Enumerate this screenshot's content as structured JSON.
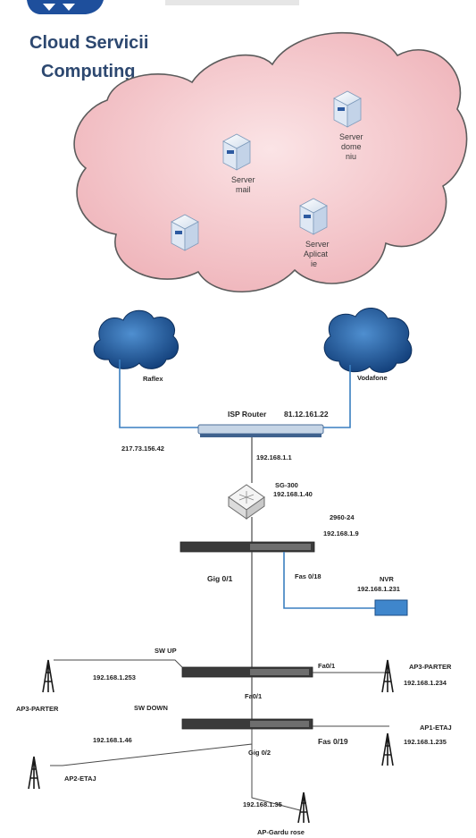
{
  "title": {
    "line1": "Cloud Servicii",
    "line2": "Computing"
  },
  "cloud": {
    "servers": [
      {
        "lines": [
          "Server",
          "mail"
        ]
      },
      {
        "lines": [
          "Server",
          "dome",
          "niu"
        ]
      },
      {
        "lines": [
          "Server",
          "Aplicat",
          "ie"
        ]
      },
      {
        "lines": []
      }
    ]
  },
  "isps": [
    {
      "label": "Raflex"
    },
    {
      "label": "Vodafone"
    }
  ],
  "router": {
    "label": "ISP Router",
    "wan_left": "217.73.156.42",
    "wan_right": "81.12.161.22",
    "lan": "192.168.1.1"
  },
  "firewall": {
    "model": "SG-300",
    "ip": "192.168.1.40"
  },
  "core_switch": {
    "model": "2960-24",
    "ip": "192.168.1.9"
  },
  "nvr": {
    "label": "NVR",
    "ip": "192.168.1.231"
  },
  "ports": {
    "core_down": "Gig 0/1",
    "core_nvr": "Fas 0/18",
    "up_left": "Fa0/1",
    "up_right": "Fa0/1",
    "down_right": "Fas 0/19",
    "down_bottom": "Gig 0/2"
  },
  "switch_up": {
    "label": "SW UP",
    "ip": "192.168.1.253",
    "port_label": "Fa0/1"
  },
  "switch_down": {
    "label": "SW DOWN",
    "ip": "192.168.1.46"
  },
  "aps": [
    {
      "name": "AP3-PARTER",
      "ip": ""
    },
    {
      "name": "AP3-PARTER",
      "ip": "192.168.1.234"
    },
    {
      "name": "AP1-ETAJ",
      "ip": "192.168.1.235"
    },
    {
      "name": "AP2-ETAJ",
      "ip": ""
    },
    {
      "name": "AP-Gardu rose",
      "ip": "192.168.1.35"
    }
  ],
  "colors": {
    "cloud_fill": "#f2c2c6",
    "cloud_stroke": "#5c5c5c",
    "isp_cloud": "#1f5fa5",
    "link": "#3a7fc0",
    "title": "#2d4870"
  }
}
